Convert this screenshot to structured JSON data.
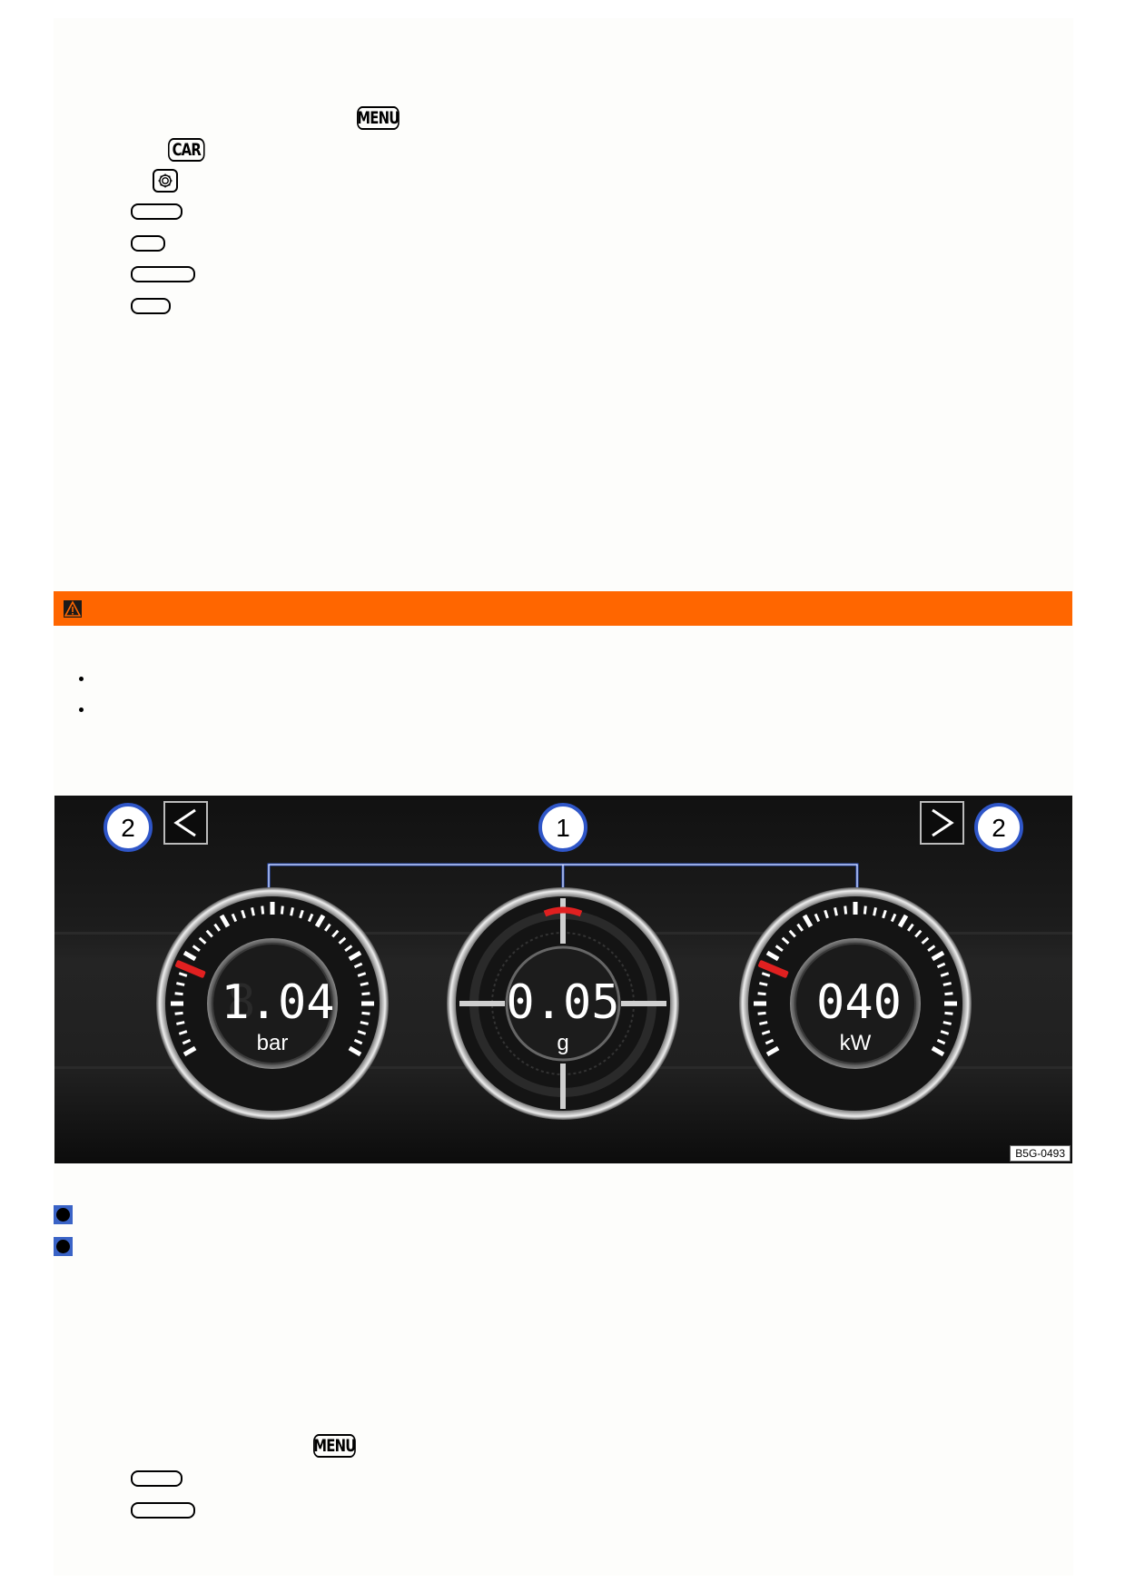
{
  "keys": {
    "menu": "MENU",
    "car": "CAR",
    "settings_icon": "gear-icon"
  },
  "warning": {
    "icon": "warning-triangle-icon",
    "color": "#ff6600"
  },
  "figure": {
    "reference": "B5G-0493",
    "callouts": {
      "gauges": "1",
      "nav": "2"
    },
    "gauges": [
      {
        "value": "1.04",
        "unit": "bar",
        "ghost": "8",
        "level": 0.22
      },
      {
        "value": "0.05",
        "unit": "g"
      },
      {
        "value": "040",
        "unit": "kW",
        "level": 0.22
      }
    ],
    "nav_left_icon": "chevron-left-icon",
    "nav_right_icon": "chevron-right-icon",
    "accent_color": "#e02020",
    "callout_color": "#2f56c8"
  },
  "legend_icon": "callout-marker-icon"
}
